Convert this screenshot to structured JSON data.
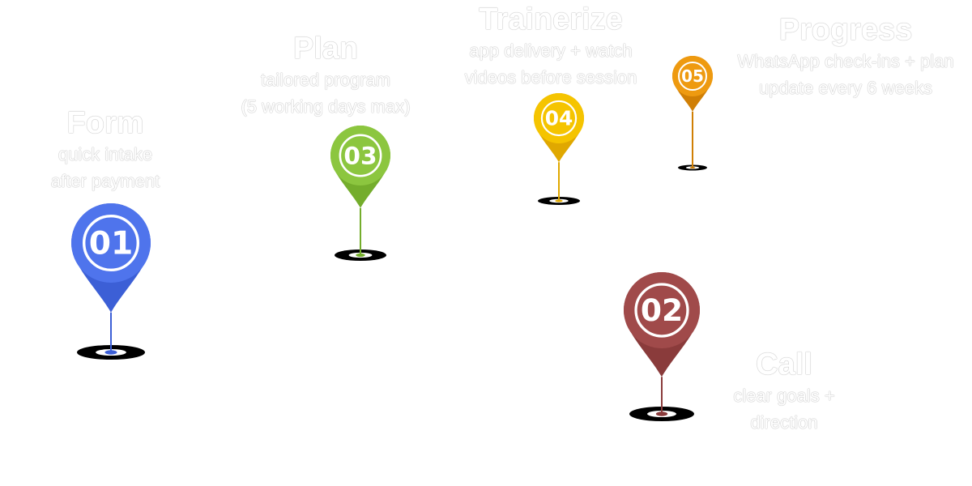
{
  "steps": [
    {
      "number": "01",
      "title": "Form",
      "lines": [
        "quick intake",
        "after payment"
      ],
      "color": "#4f74ec",
      "dark": "#3c5fd6"
    },
    {
      "number": "02",
      "title": "Call",
      "lines": [
        "clear goals +",
        "direction"
      ],
      "color": "#a04a4a",
      "dark": "#8a3b3b"
    },
    {
      "number": "03",
      "title": "Plan",
      "lines": [
        "tailored program",
        "(5 working days max)"
      ],
      "color": "#8cc63f",
      "dark": "#74ad2c"
    },
    {
      "number": "04",
      "title": "Trainerize",
      "lines": [
        "app delivery + watch",
        "videos before session"
      ],
      "color": "#f5c400",
      "dark": "#e0a800"
    },
    {
      "number": "05",
      "title": "Progress",
      "lines": [
        "WhatsApp check-ins + plan",
        "update every 6 weeks"
      ],
      "color": "#ee9a10",
      "dark": "#d07f05"
    }
  ]
}
